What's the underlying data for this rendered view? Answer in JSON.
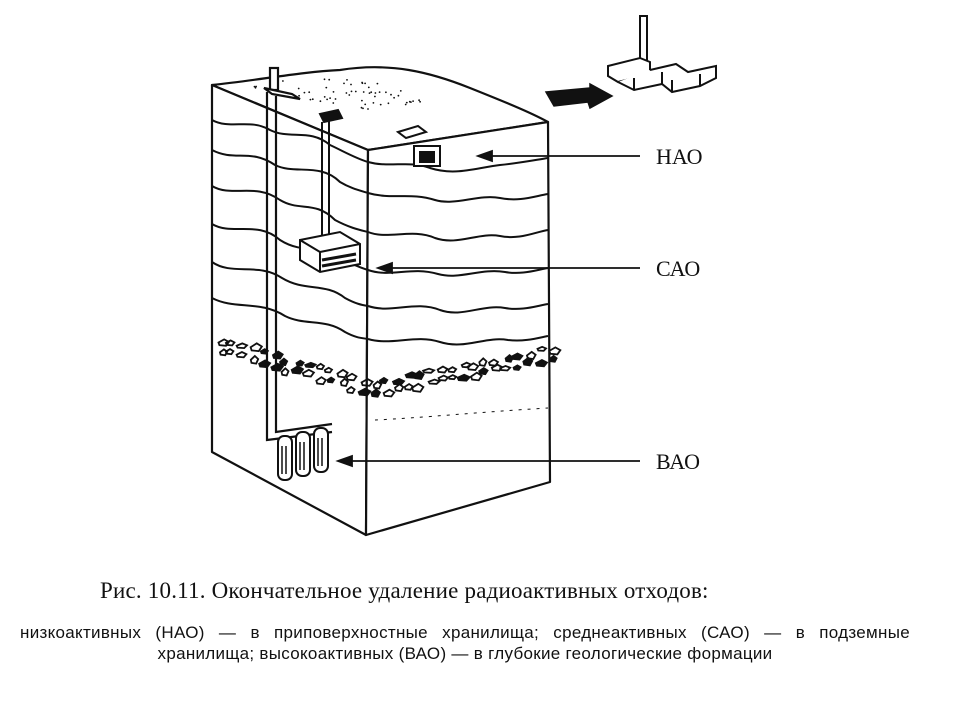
{
  "diagram": {
    "labels": {
      "nao": "НАО",
      "sao": "САО",
      "vao": "ВАО"
    }
  },
  "caption": {
    "title": "Рис. 10.11. Окончательное удаление радиоактивных отходов:",
    "body": "низкоактивных (НАО) — в приповерхностные хранилища; среднеактивных (САО) — в подземные хранилища; высокоактивных (ВАО) — в глубокие геологические формации"
  },
  "colors": {
    "ink": "#111111",
    "paper": "#ffffff"
  }
}
